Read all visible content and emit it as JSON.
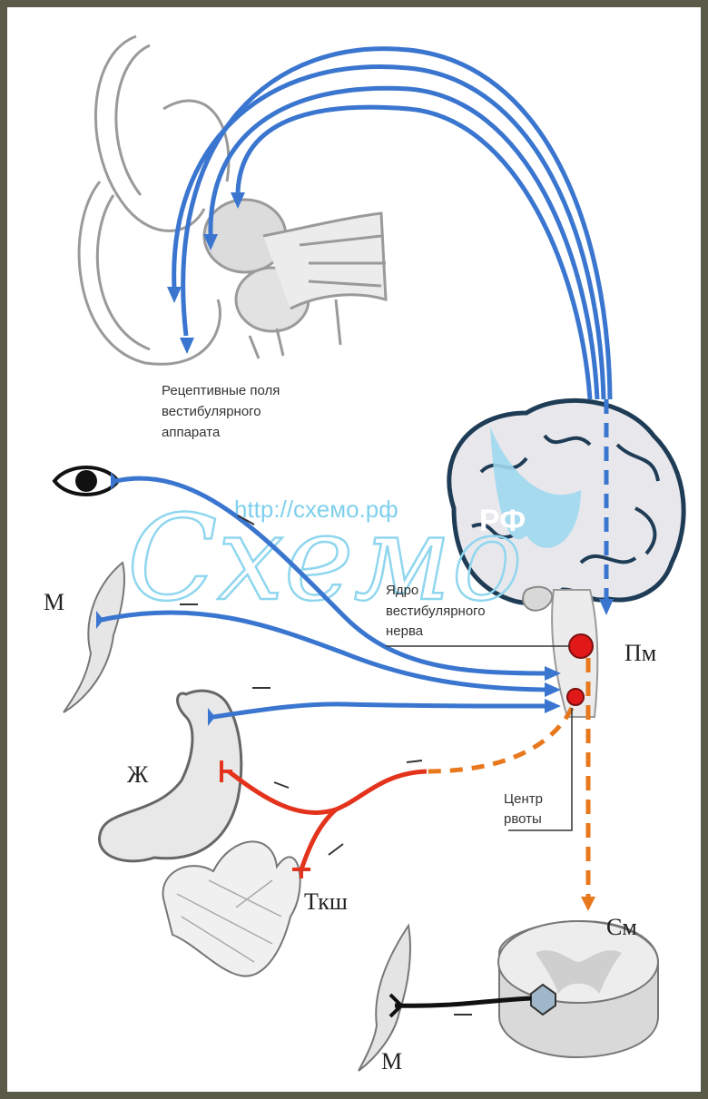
{
  "labels": {
    "receptive_fields": [
      "Рецептивные поля",
      "вестибулярного",
      "аппарата"
    ],
    "rf": "РФ",
    "watermark_url": "http://схемо.рф",
    "watermark_text": "Схемо",
    "vestibular_nucleus": [
      "Ядро",
      "вестибулярного",
      "нерва"
    ],
    "pm": "Пм",
    "m_top": "М",
    "zh": "Ж",
    "tksh": "Ткш",
    "vomit_center": [
      "Центр",
      "рвоты"
    ],
    "sm": "См",
    "m_bottom": "М"
  },
  "colors": {
    "afferent": "#3a76cf",
    "efferent_red": "#e4331c",
    "dashed_orange": "#e8781c",
    "motor": "#111111",
    "nucleus": "#e01818",
    "watermark": "#8fd6ee"
  }
}
